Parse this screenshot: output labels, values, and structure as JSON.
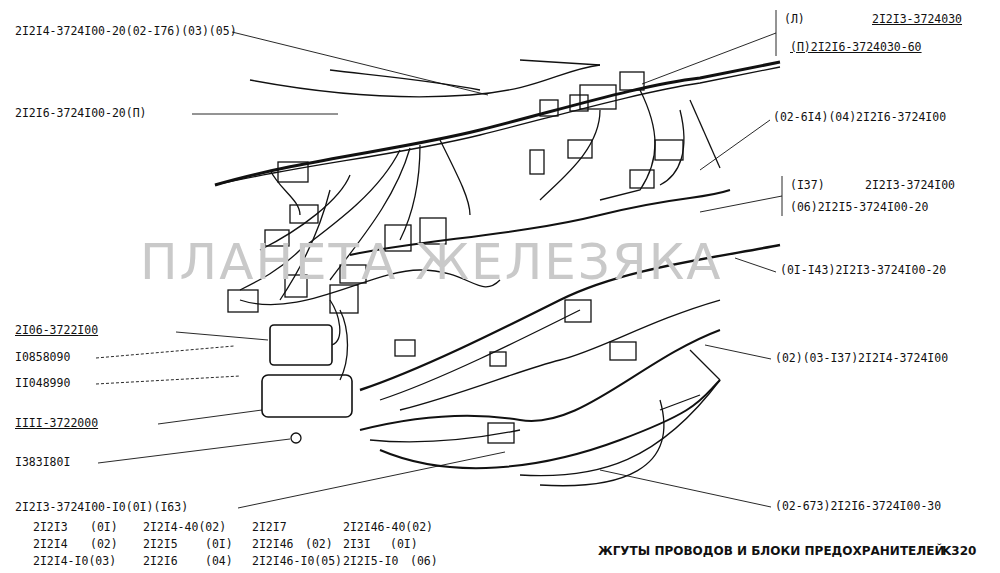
{
  "diagram": {
    "title": "ЖГУТЫ ПРОВОДОВ И БЛОКИ ПРЕДОХРАНИТЕЛЕЙ",
    "labels": [
      "2I2I4-3724I00-20(02-I76)(03)(05)",
      "(Л)",
      "2I2I3-3724030",
      "(П)2I2I6-3724030-60",
      "2I2I6-3724I00-20(П)",
      "(02-6I4)(04)2I2I6-3724I00",
      "(I37)",
      "2I2I3-3724I00",
      "(06)2I2I5-3724I00-20",
      "(0I-I43)2I2I3-3724I00-20",
      "2I06-3722I00",
      "I0858090",
      "II048990",
      "IIII-3722000",
      "(02)(03-I37)2I2I4-3724I00",
      "I383I80I",
      "2I2I3-3724I00-I0(0I)(I63)",
      "(02-673)2I2I6-3724I00-30",
      "2I2I3",
      "(0I)",
      "2I2I4-40(02)",
      "2I2I7",
      "2I2I46-40(02)",
      "2I2I4",
      "(02)",
      "2I2I5",
      "(0I)",
      "2I2I46",
      "(02)",
      "2I3I",
      "(0I)",
      "2I2I4-I0(03)",
      "2I2I6",
      "(04)",
      "2I2I46-I0(05)",
      "2I2I5-I0",
      "(06)",
      "K320",
      "ПЛАНЕТА ЖЕЛЕЗЯКА"
    ]
  }
}
